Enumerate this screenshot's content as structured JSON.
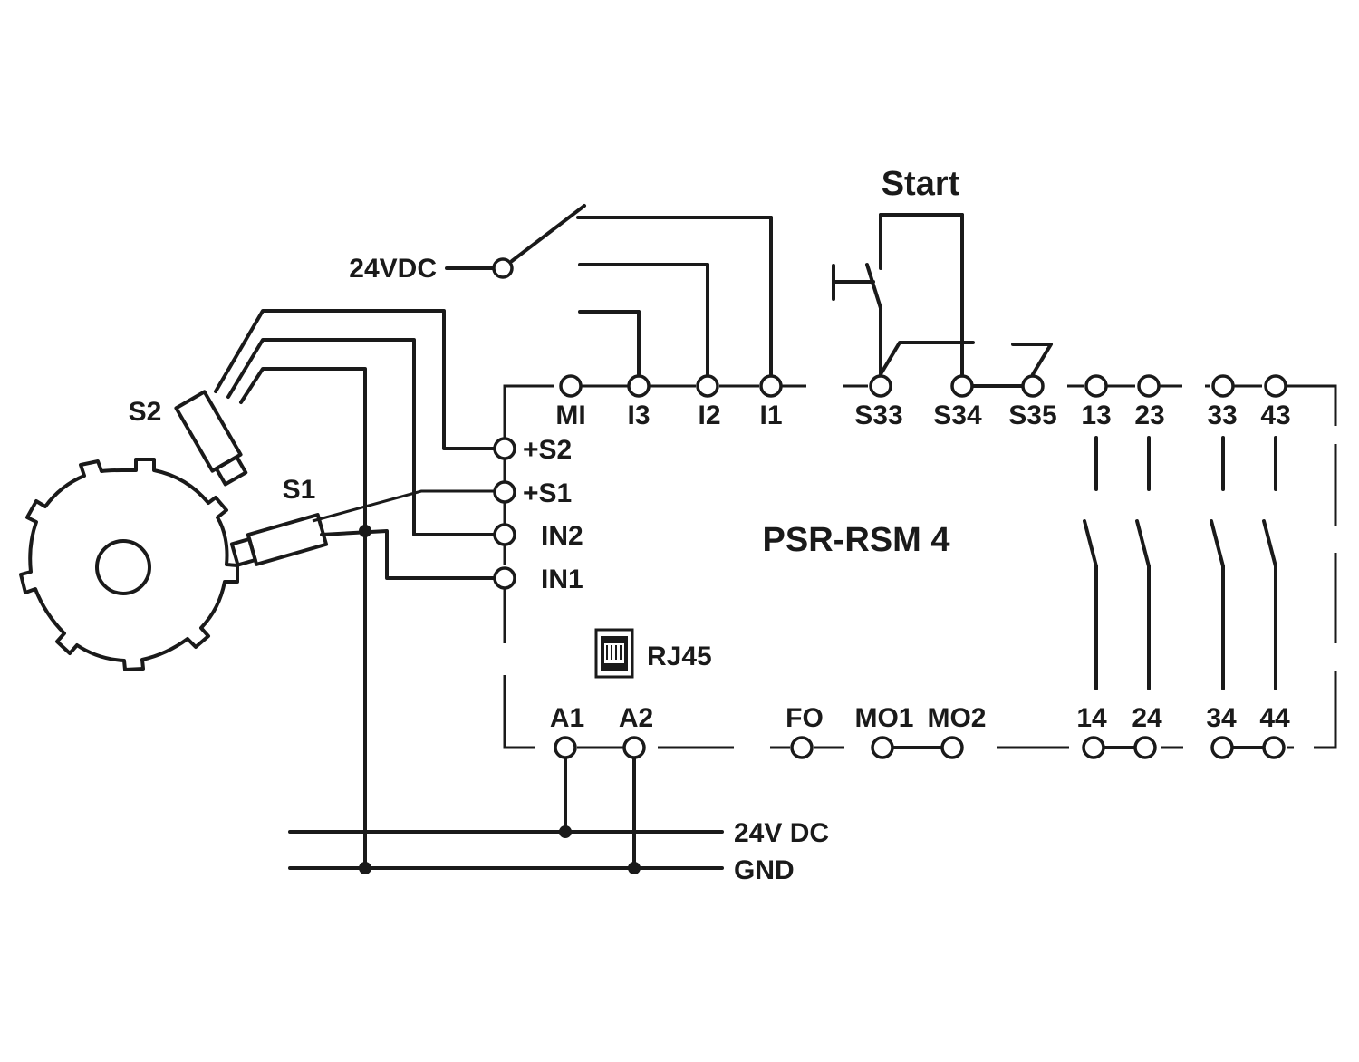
{
  "diagram": {
    "module_name": "PSR-RSM 4",
    "start_label": "Start",
    "supply_input_label": "24VDC",
    "rj45_label": "RJ45",
    "sensors": {
      "s1": "S1",
      "s2": "S2"
    },
    "rail_labels": {
      "supply": "24V DC",
      "ground": "GND"
    },
    "top_terminals": [
      "MI",
      "I3",
      "I2",
      "I1",
      "S33",
      "S34",
      "S35",
      "13",
      "23",
      "33",
      "43"
    ],
    "left_terminals": [
      "+S2",
      "+S1",
      "IN2",
      "IN1"
    ],
    "bottom_terminals": [
      "A1",
      "A2",
      "FO",
      "MO1",
      "MO2",
      "14",
      "24",
      "34",
      "44"
    ]
  },
  "icons": [
    "rj45-port-icon",
    "sensor-wheel-icon",
    "proximity-sensor-icon",
    "start-pushbutton-icon",
    "selector-switch-icon",
    "relay-contact-icon"
  ]
}
